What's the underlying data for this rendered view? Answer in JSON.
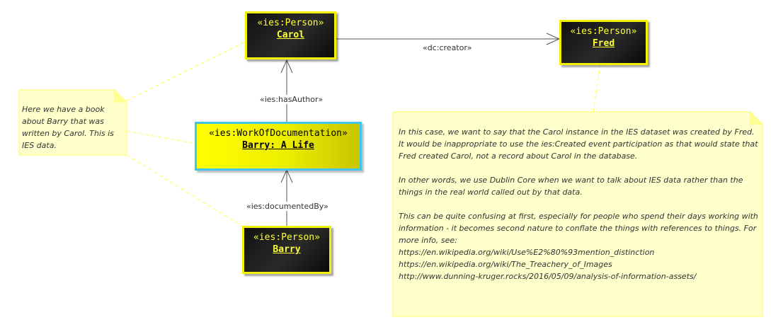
{
  "nodes": {
    "carol": {
      "stereotype": "«ies:Person»",
      "name": "Carol"
    },
    "fred": {
      "stereotype": "«ies:Person»",
      "name": "Fred"
    },
    "barry_a_life": {
      "stereotype": "«ies:WorkOfDocumentation»",
      "name": "Barry: A Life"
    },
    "barry": {
      "stereotype": "«ies:Person»",
      "name": "Barry"
    }
  },
  "edges": {
    "creator": {
      "label": "«dc:creator»"
    },
    "has_author": {
      "label": "«ies:hasAuthor»"
    },
    "documented_by": {
      "label": "«ies:documentedBy»"
    }
  },
  "notes": {
    "left": {
      "text": "Here we have a book about Barry that was written by Carol. This is IES data."
    },
    "right": {
      "para1": "In this case, we want to say that the Carol instance in the IES dataset was created by Fred. It would be inappropriate to use the ies:Created event participation as that would state that Fred created Carol, not a record about Carol in the database.",
      "para2": "In other words, we use Dublin Core when we want to talk about IES data rather than the things in the real world called out by that data.",
      "para3": "This can be quite confusing at first, especially for people who spend their days working with information - it becomes second nature to conflate the things with references to things. For more info, see:",
      "link1": "https://en.wikipedia.org/wiki/Use%E2%80%93mention_distinction",
      "link2": "https://en.wikipedia.org/wiki/The_Treachery_of_Images",
      "link3": "http://www.dunning-kruger.rocks/2016/05/09/analysis-of-information-assets/"
    }
  },
  "colors": {
    "person_fill": "#111111",
    "person_border": "#f2f200",
    "person_text": "#ffff33",
    "work_fill": "#ffff00",
    "work_border": "#3fc6e8",
    "note_fill": "#ffffcc",
    "note_border": "#ffff66",
    "connector": "#555555",
    "note_link": "#ffff44"
  }
}
